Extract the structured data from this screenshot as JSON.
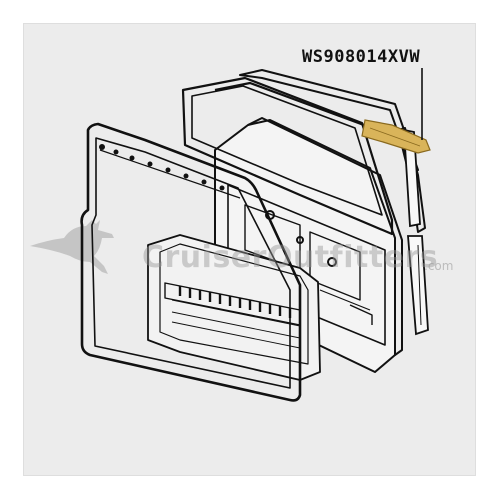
{
  "diagram": {
    "part_number": "WS908014XVW",
    "highlight_color": "#d9b45a",
    "line_color": "#111111",
    "background_color": "#ececec"
  },
  "watermark": {
    "text": "CruiserOutfitters",
    "suffix": ".com",
    "logo_icon": "kangaroo-icon"
  }
}
